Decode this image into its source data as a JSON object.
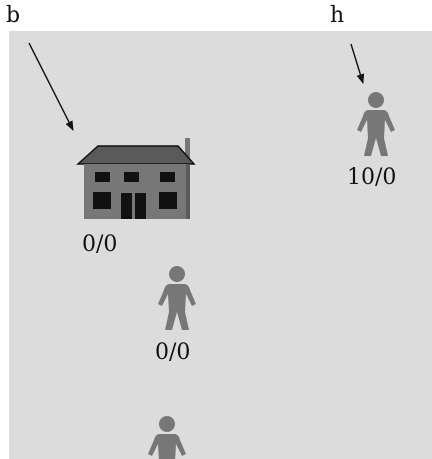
{
  "markers": {
    "b": {
      "label": "b"
    },
    "h": {
      "label": "h"
    }
  },
  "pieces": {
    "house": {
      "type": "house",
      "score": "0/0",
      "icon": "house-icon"
    },
    "person_top_right": {
      "type": "person",
      "score": "10/0",
      "icon": "person-icon"
    },
    "person_middle": {
      "type": "person",
      "score": "0/0",
      "icon": "person-icon"
    },
    "person_bottom": {
      "type": "person",
      "icon": "person-icon"
    }
  },
  "colors": {
    "board": "#dcdcdc",
    "piece": "#777777",
    "house_dark": "#111111",
    "house_roof": "#5a5a5a"
  }
}
